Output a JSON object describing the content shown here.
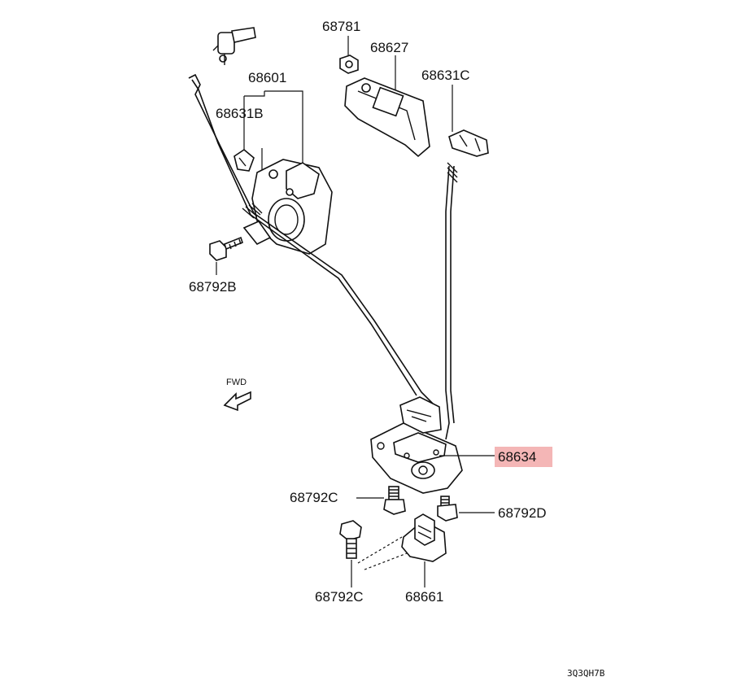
{
  "diagram": {
    "labels": {
      "p68781": "68781",
      "p68627": "68627",
      "p68601": "68601",
      "p68631C": "68631C",
      "p68631B": "68631B",
      "p68792B": "68792B",
      "fwd": "FWD",
      "p68634": "68634",
      "p68792C_top": "68792C",
      "p68792D": "68792D",
      "p68792C_bottom": "68792C",
      "p68661": "68661",
      "code": "3Q3QH7B"
    },
    "highlight_color": "#f4b6b6"
  }
}
